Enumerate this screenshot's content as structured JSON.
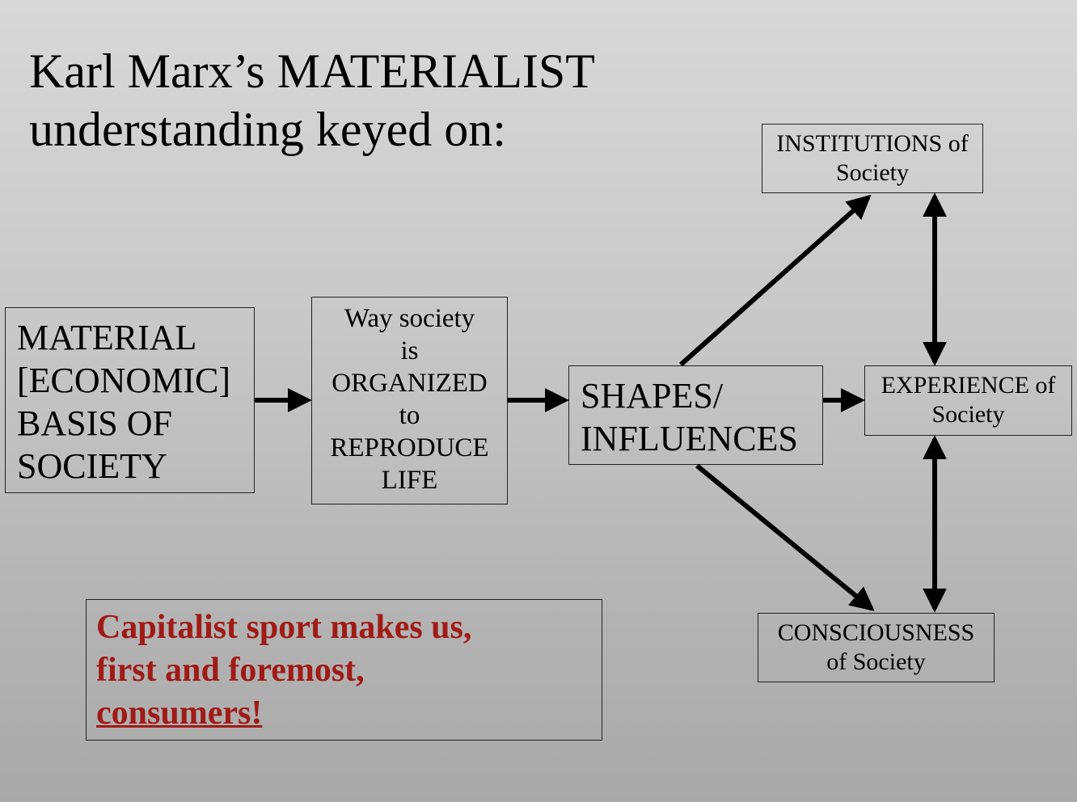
{
  "title": {
    "line1": "Karl Marx’s MATERIALIST",
    "line2": "understanding keyed on:"
  },
  "boxes": {
    "material": {
      "lines": [
        "MATERIAL",
        "[ECONOMIC]",
        "BASIS OF",
        "SOCIETY"
      ]
    },
    "way": {
      "lines": [
        "Way society",
        "is",
        "ORGANIZED",
        "to",
        "REPRODUCE",
        "LIFE"
      ]
    },
    "shapes": {
      "lines": [
        "SHAPES/",
        "INFLUENCES"
      ]
    },
    "institutions": {
      "lines": [
        "INSTITUTIONS of",
        "Society"
      ]
    },
    "experience": {
      "lines": [
        "EXPERIENCE of",
        "Society"
      ]
    },
    "consciousness": {
      "lines": [
        "CONSCIOUSNESS",
        "of Society"
      ]
    }
  },
  "callout": {
    "line1": "Capitalist sport makes us,",
    "line2": "first and foremost,",
    "line3": "consumers!",
    "color": "#a11a16"
  }
}
